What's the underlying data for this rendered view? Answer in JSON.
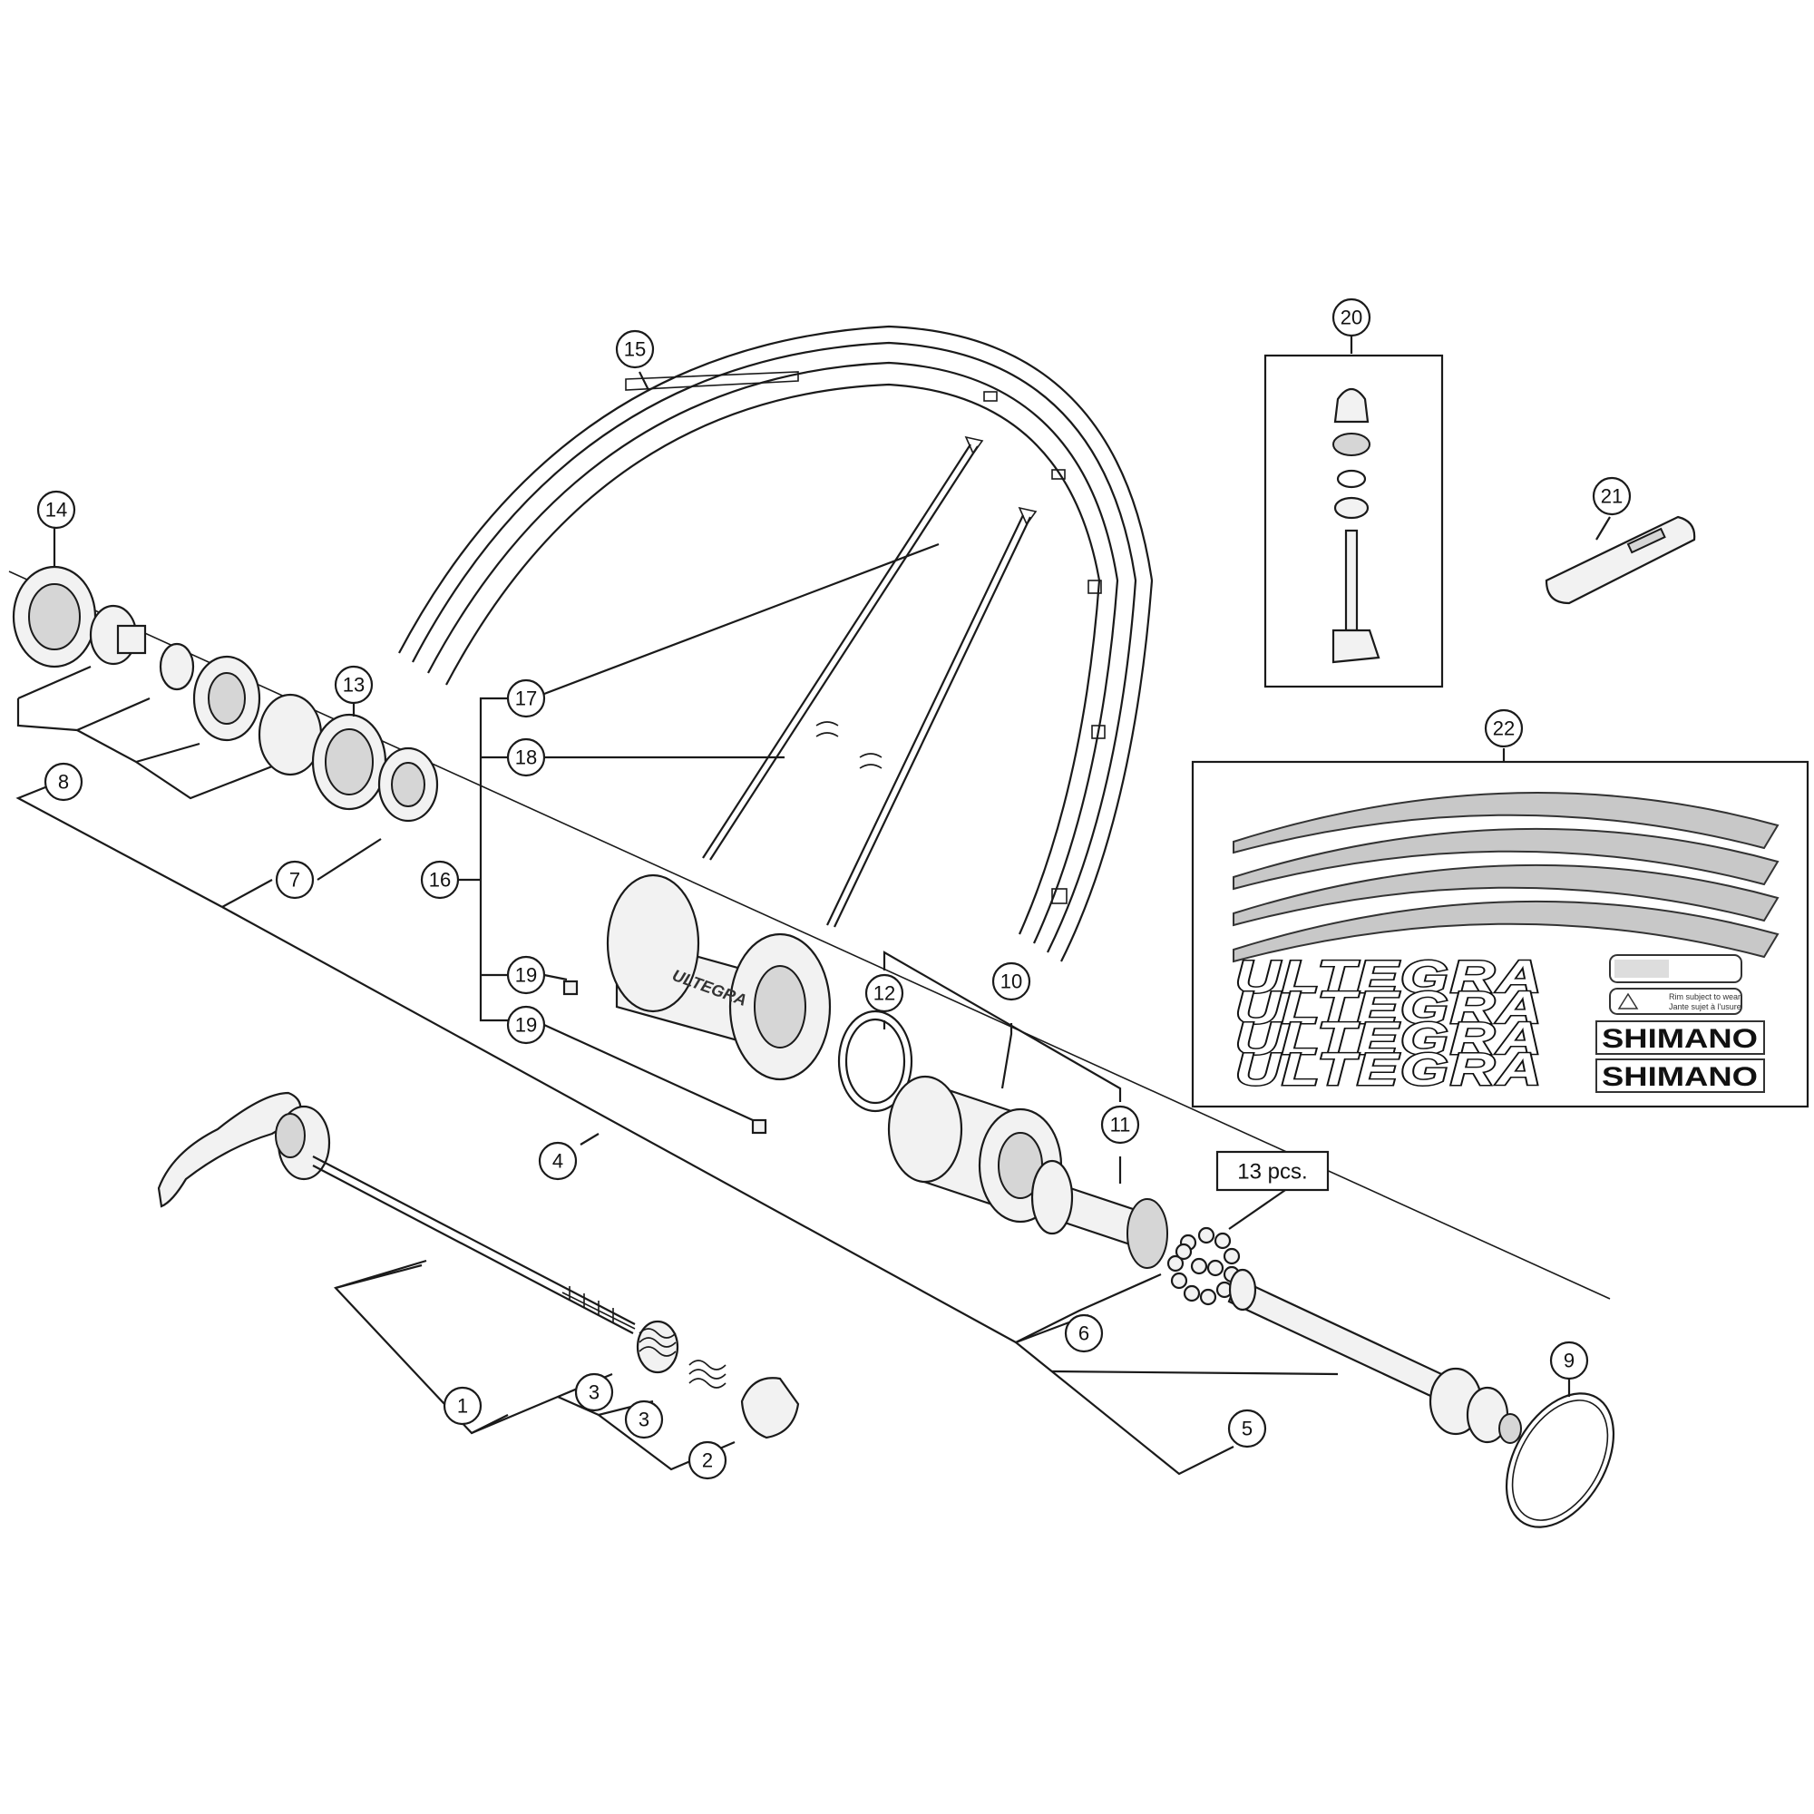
{
  "callouts": {
    "c1": "1",
    "c2": "2",
    "c3a": "3",
    "c3b": "3",
    "c4": "4",
    "c5": "5",
    "c6": "6",
    "c7": "7",
    "c8": "8",
    "c9": "9",
    "c10": "10",
    "c11": "11",
    "c12": "12",
    "c13": "13",
    "c14": "14",
    "c15": "15",
    "c16": "16",
    "c17": "17",
    "c18": "18",
    "c19a": "19",
    "c19b": "19",
    "c20": "20",
    "c21": "21",
    "c22": "22"
  },
  "balls_label": "13 pcs.",
  "decals": {
    "ultegra_1": "ULTEGRA",
    "ultegra_2": "ULTEGRA",
    "ultegra_3": "ULTEGRA",
    "ultegra_4": "ULTEGRA",
    "shimano_1": "SHIMANO",
    "shimano_2": "SHIMANO",
    "warning_text_1": "Rim subject to wear",
    "warning_text_2": "Jante sujet à l'usure"
  },
  "hub_brand": "ULTEGRA"
}
